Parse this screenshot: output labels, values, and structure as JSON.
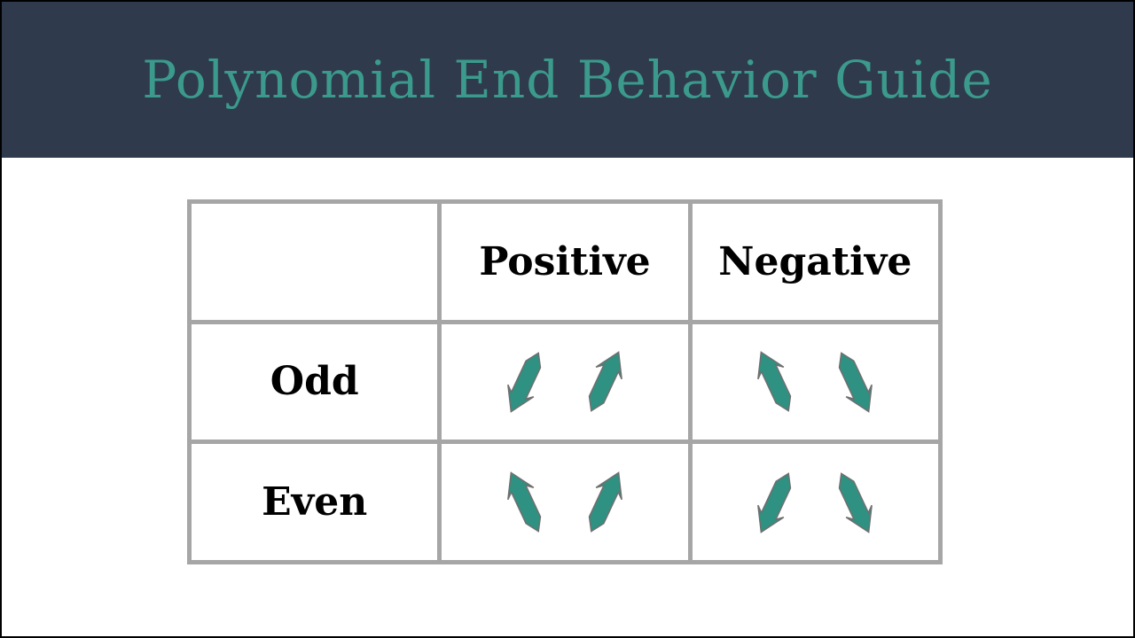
{
  "title": "Polynomial End Behavior Guide",
  "table": {
    "column_headers": [
      "Positive",
      "Negative"
    ],
    "rows": [
      {
        "label": "Odd",
        "cells": [
          {
            "column": "Positive",
            "arrows": [
              "down-left",
              "up-right"
            ]
          },
          {
            "column": "Negative",
            "arrows": [
              "up-left",
              "down-right"
            ]
          }
        ]
      },
      {
        "label": "Even",
        "cells": [
          {
            "column": "Positive",
            "arrows": [
              "up-left",
              "up-right"
            ]
          },
          {
            "column": "Negative",
            "arrows": [
              "down-left",
              "down-right"
            ]
          }
        ]
      }
    ]
  },
  "colors": {
    "slide_bg": "#ffffff",
    "slide_border": "#000000",
    "header_bg": "#2f3a4d",
    "title_text": "#3b9a8b",
    "table_border": "#a6a6a6",
    "cell_bg": "#ffffff",
    "label_text": "#000000",
    "arrow_fill": "#2e9181",
    "arrow_stroke": "#6f6f6f"
  }
}
